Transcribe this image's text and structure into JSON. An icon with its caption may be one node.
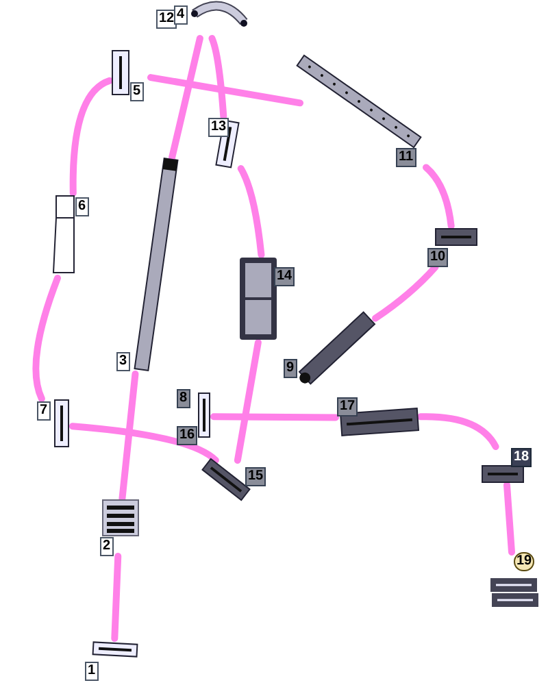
{
  "diagram": {
    "nodes": [
      {
        "text": [
          "1"
        ]
      },
      {
        "text": [
          "2"
        ]
      },
      {
        "text": [
          "3"
        ]
      },
      {
        "text": [
          "12",
          "4"
        ]
      },
      {
        "text": [
          "5"
        ]
      },
      {
        "text": [
          "6"
        ]
      },
      {
        "text": [
          "7"
        ]
      },
      {
        "text": [
          "8",
          "16"
        ]
      },
      {
        "text": [
          "9"
        ]
      },
      {
        "text": [
          "10"
        ]
      },
      {
        "text": [
          "11"
        ]
      },
      {
        "text": [
          "13"
        ]
      },
      {
        "text": [
          "14"
        ]
      },
      {
        "text": [
          "15"
        ]
      },
      {
        "text": [
          "17"
        ]
      },
      {
        "text": [
          "18"
        ]
      },
      {
        "text": [
          "19"
        ]
      }
    ],
    "edges": [
      {
        "from": 0,
        "to": 1,
        "arrow": "none"
      },
      {
        "from": 1,
        "to": 2,
        "arrow": "none"
      },
      {
        "from": 6,
        "to": 13,
        "arrow": "none"
      },
      {
        "from": 12,
        "to": 13,
        "arrow": "none"
      },
      {
        "from": 7,
        "to": 14,
        "arrow": "none"
      },
      {
        "from": 14,
        "to": 15,
        "arrow": "none"
      },
      {
        "from": 15,
        "to": 16,
        "arrow": "none"
      },
      {
        "from": 8,
        "to": 9,
        "arrow": "none"
      },
      {
        "from": 9,
        "to": 10,
        "arrow": "none"
      },
      {
        "from": 4,
        "to": 10,
        "arrow": "none"
      },
      {
        "from": 4,
        "to": 5,
        "arrow": "none"
      },
      {
        "from": 5,
        "to": 6,
        "arrow": "none"
      },
      {
        "from": 3,
        "to": 2,
        "arrow": "none"
      },
      {
        "from": 3,
        "to": 11,
        "arrow": "none"
      },
      {
        "from": 11,
        "to": 12,
        "arrow": "none"
      }
    ]
  }
}
